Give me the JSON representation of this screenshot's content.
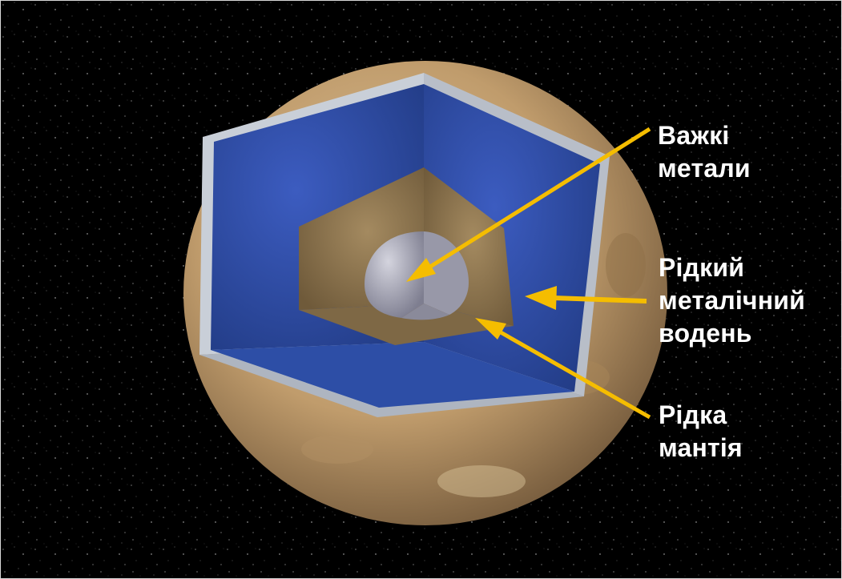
{
  "labels": {
    "metals": {
      "line1": "Важкі",
      "line2": "метали"
    },
    "hydrogen": {
      "line1": "Рідкий",
      "line2": "металічний",
      "line3": "водень"
    },
    "mantle": {
      "line1": "Рідка",
      "line2": "мантія"
    }
  },
  "colors": {
    "space": "#000000",
    "surface": "#c4a578",
    "ocean_layer": "#2c4a9e",
    "mantle_layer": "#8f7650",
    "core": "#a9a9b8",
    "ice_shell": "#c9cfd8",
    "arrow": "#f5bd00",
    "label_text": "#ffffff"
  },
  "icons": {
    "arrow_metals": "arrow-icon",
    "arrow_hydrogen": "arrow-icon",
    "arrow_mantle": "arrow-icon"
  }
}
